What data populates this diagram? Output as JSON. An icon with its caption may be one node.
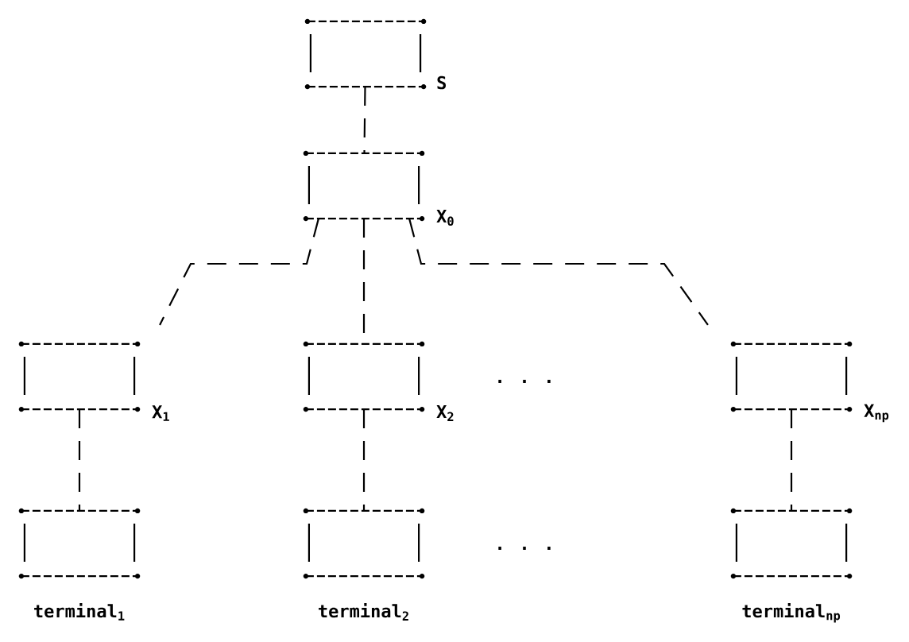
{
  "diagram": {
    "nodes": [
      {
        "text": [],
        "shape": "box",
        "beside": [
          "S"
        ]
      },
      {
        "text": [],
        "shape": "box",
        "beside": [
          "X$_{0}$"
        ]
      },
      {
        "text": [],
        "shape": "box",
        "beside": [
          "X$_{1}$"
        ]
      },
      {
        "text": [],
        "shape": "box",
        "beside": [
          "X$_{2}$"
        ]
      },
      {
        "text": [],
        "shape": "box",
        "beside": [
          "X$_{np}$"
        ]
      },
      {
        "text": [],
        "shape": "box",
        "beside": [
          "terminal$_{1}$"
        ]
      },
      {
        "text": [],
        "shape": "box",
        "beside": [
          "terminal$_{2}$"
        ]
      },
      {
        "text": [],
        "shape": "box",
        "beside": [
          "terminal$_{np}$"
        ]
      }
    ],
    "edges": [
      {
        "from": 0,
        "to": 1,
        "arrow": "none",
        "style": "dashed"
      },
      {
        "from": 1,
        "to": 2,
        "arrow": "none",
        "style": "dashed"
      },
      {
        "from": 1,
        "to": 3,
        "arrow": "none",
        "style": "dashed"
      },
      {
        "from": 1,
        "to": 4,
        "arrow": "none",
        "style": "dashed"
      },
      {
        "from": 2,
        "to": 5,
        "arrow": "none",
        "style": "dashed"
      },
      {
        "from": 3,
        "to": 6,
        "arrow": "none",
        "style": "dashed"
      },
      {
        "from": 4,
        "to": 7,
        "arrow": "none",
        "style": "dashed"
      }
    ],
    "labels": [
      ". . .",
      ". . ."
    ]
  }
}
